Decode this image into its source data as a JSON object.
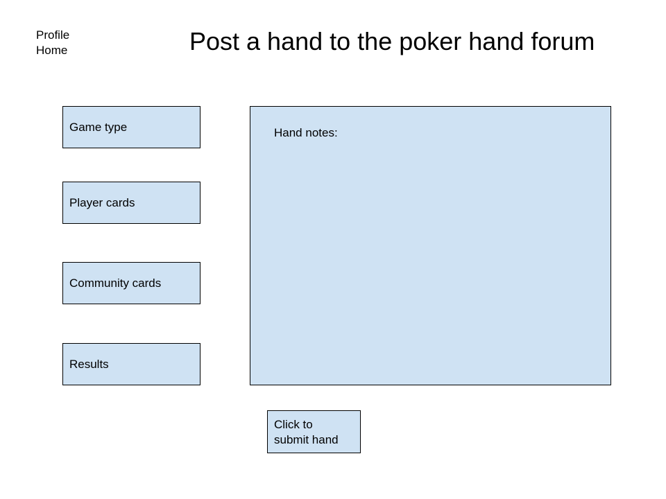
{
  "nav": {
    "profile_label": "Profile",
    "home_label": "Home"
  },
  "header": {
    "title": "Post a hand to the poker hand forum"
  },
  "form": {
    "fields": [
      {
        "label": "Game type"
      },
      {
        "label": "Player cards"
      },
      {
        "label": "Community cards"
      },
      {
        "label": "Results"
      }
    ],
    "notes": {
      "label": "Hand notes:",
      "value": ""
    },
    "submit": {
      "line1": "Click to",
      "line2": "submit hand"
    }
  },
  "colors": {
    "box_fill": "#cfe2f3",
    "box_border": "#000000"
  }
}
